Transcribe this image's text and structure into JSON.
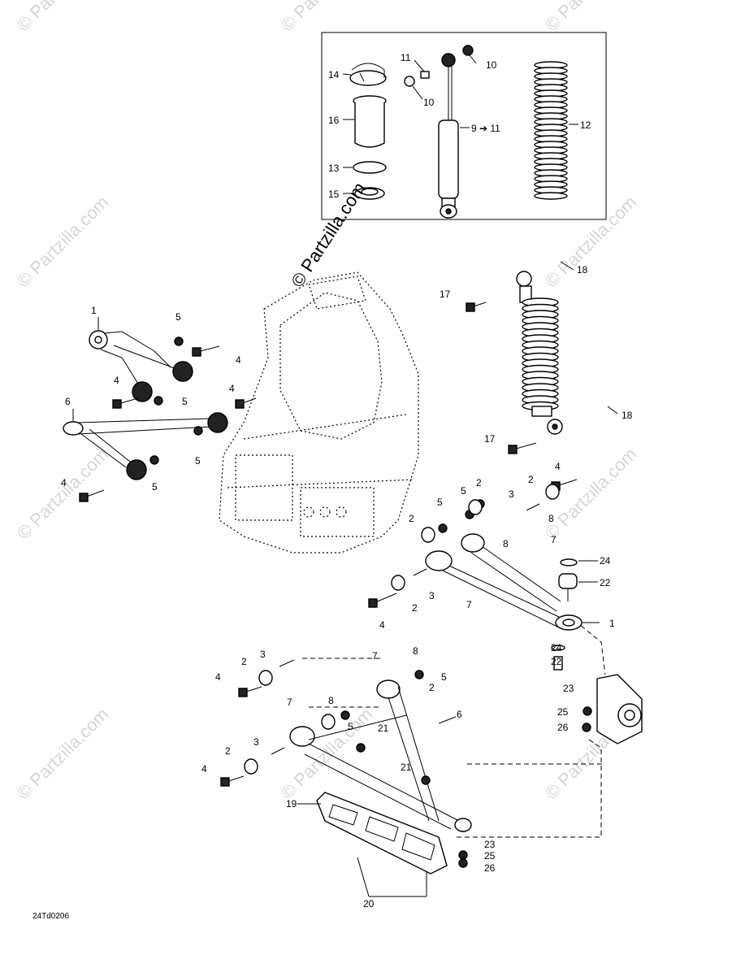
{
  "diagram": {
    "drawing_code": "24Td0206",
    "watermark_text": "© Partzilla.com",
    "callouts": {
      "c1a": "1",
      "c1b": "1",
      "c2a": "2",
      "c2b": "2",
      "c2c": "2",
      "c2d": "2",
      "c2e": "2",
      "c2f": "2",
      "c2g": "2",
      "c3a": "3",
      "c3b": "3",
      "c3c": "3",
      "c3d": "3",
      "c4a": "4",
      "c4b": "4",
      "c4c": "4",
      "c4d": "4",
      "c4e": "4",
      "c4f": "4",
      "c4g": "4",
      "c4h": "4",
      "c5a": "5",
      "c5b": "5",
      "c5c": "5",
      "c5d": "5",
      "c5e": "5",
      "c5f": "5",
      "c5g": "5",
      "c5h": "5",
      "c6a": "6",
      "c6b": "6",
      "c7a": "7",
      "c7b": "7",
      "c7c": "7",
      "c7d": "7",
      "c8a": "8",
      "c8b": "8",
      "c8c": "8",
      "c8d": "8",
      "c9": "9 ➔ 11",
      "c10a": "10",
      "c10b": "10",
      "c11": "11",
      "c12": "12",
      "c13": "13",
      "c14": "14",
      "c15": "15",
      "c16": "16",
      "c17a": "17",
      "c17b": "17",
      "c18a": "18",
      "c18b": "18",
      "c19": "19",
      "c20": "20",
      "c21a": "21",
      "c21b": "21",
      "c22a": "22",
      "c22b": "22",
      "c23a": "23",
      "c23b": "23",
      "c24a": "24",
      "c24b": "24",
      "c25a": "25",
      "c25b": "25",
      "c26a": "26",
      "c26b": "26"
    }
  }
}
